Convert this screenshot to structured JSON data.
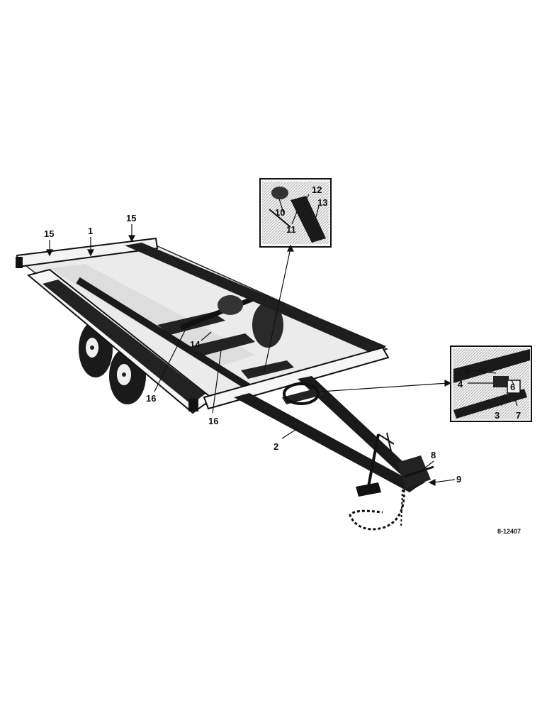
{
  "diagram": {
    "callouts": {
      "c1": "1",
      "c2": "2",
      "c3": "3",
      "c4": "4",
      "c5": "5",
      "c6": "6",
      "c7": "7",
      "c8": "8",
      "c9": "9",
      "c10": "10",
      "c11": "11",
      "c12": "12",
      "c13": "13",
      "c14": "14",
      "c15a": "15",
      "c15b": "15",
      "c16a": "16",
      "c16b": "16"
    },
    "figure_ref": "8-12407"
  }
}
